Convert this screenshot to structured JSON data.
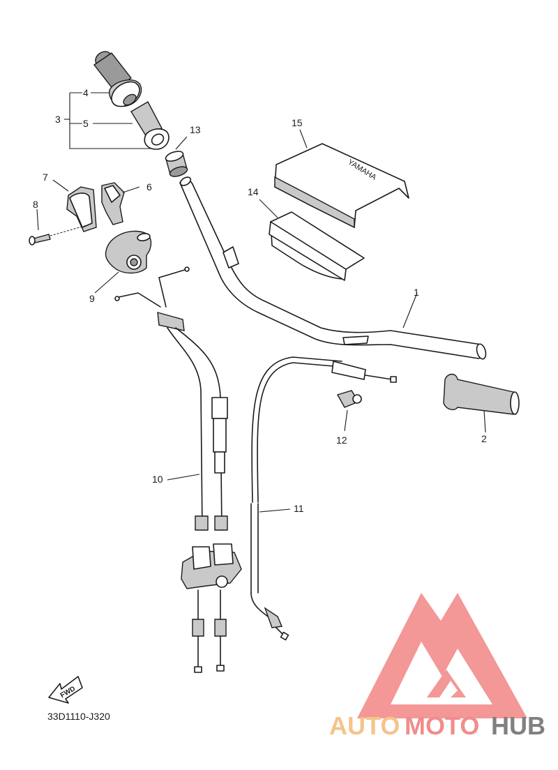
{
  "diagram": {
    "part_numbers": [
      "1",
      "2",
      "3",
      "4",
      "5",
      "6",
      "7",
      "8",
      "9",
      "10",
      "11",
      "12",
      "13",
      "14",
      "15"
    ],
    "code": "33D1110-J320",
    "fwd_label": "FWD",
    "cover_brand": "YAMAHA"
  },
  "watermark": {
    "word_part1": "AUTO",
    "word_part2": "MOTO",
    "word_part3": "HUB",
    "colors": {
      "logo": "#f28c8c",
      "auto": "#f5c48a",
      "moto": "#f28c8c",
      "hub": "#808080"
    }
  }
}
